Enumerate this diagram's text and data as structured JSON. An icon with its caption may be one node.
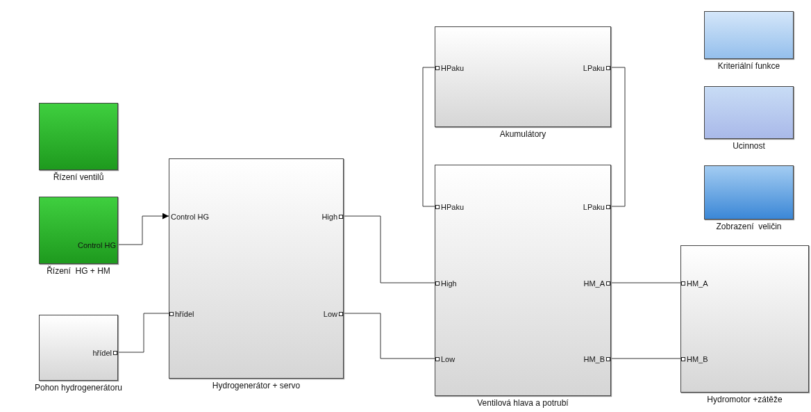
{
  "diagram": {
    "nodes": [
      {
        "text": [
          "Akumulátory"
        ]
      },
      {
        "text": [
          "HPaku"
        ],
        "in": 0
      },
      {
        "text": [
          "LPaku"
        ],
        "in": 0
      },
      {
        "text": [
          "Kriteriální funkce"
        ]
      },
      {
        "text": [
          "Ucinnost"
        ]
      },
      {
        "text": [
          "Řízení ventilů"
        ]
      },
      {
        "text": [
          "Zobrazení  veličin"
        ]
      },
      {
        "text": [
          "Řízení  HG + HM"
        ]
      },
      {
        "text": [
          "Control HG"
        ],
        "in": 7
      },
      {
        "text": [
          "Hydrogenerátor + servo"
        ]
      },
      {
        "text": [
          "Control HG"
        ],
        "in": 9
      },
      {
        "text": [
          "High"
        ],
        "in": 9
      },
      {
        "text": [
          "hřídel"
        ],
        "in": 9
      },
      {
        "text": [
          "Low"
        ],
        "in": 9
      },
      {
        "text": [
          "Ventilová hlava a potrubí"
        ]
      },
      {
        "text": [
          "HPaku"
        ],
        "in": 14
      },
      {
        "text": [
          "LPaku"
        ],
        "in": 14
      },
      {
        "text": [
          "High"
        ],
        "in": 14
      },
      {
        "text": [
          "HM_A"
        ],
        "in": 14
      },
      {
        "text": [
          "Low"
        ],
        "in": 14
      },
      {
        "text": [
          "HM_B"
        ],
        "in": 14
      },
      {
        "text": [
          "Pohon hydrogenerátoru"
        ]
      },
      {
        "text": [
          "hřídel"
        ],
        "in": 21
      },
      {
        "text": [
          "Hydromotor +zátěže"
        ]
      },
      {
        "text": [
          "HM_A"
        ],
        "in": 23
      },
      {
        "text": [
          "HM_B"
        ],
        "in": 23
      }
    ],
    "edges": [
      {
        "from": 8,
        "to": 10,
        "arrow": "to"
      },
      {
        "from": 22,
        "to": 12,
        "arrow": "none"
      },
      {
        "from": 11,
        "to": 17,
        "arrow": "none"
      },
      {
        "from": 13,
        "to": 19,
        "arrow": "none"
      },
      {
        "from": 1,
        "to": 15,
        "arrow": "none"
      },
      {
        "from": 2,
        "to": 16,
        "arrow": "none"
      },
      {
        "from": 18,
        "to": 24,
        "arrow": "none"
      },
      {
        "from": 20,
        "to": 25,
        "arrow": "none"
      }
    ]
  }
}
